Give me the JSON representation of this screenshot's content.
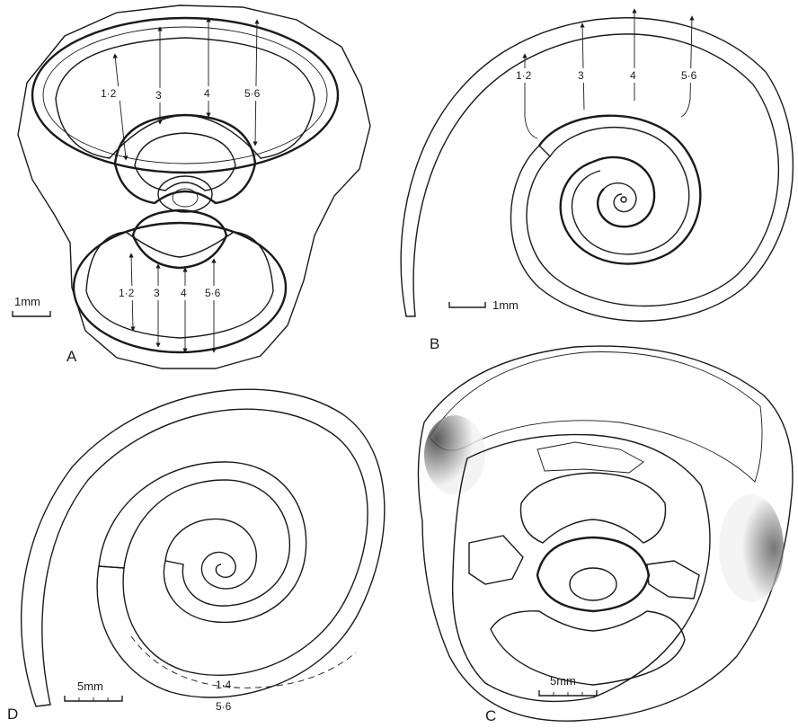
{
  "panels": {
    "A": {
      "letter": "A",
      "upper_whorl_labels": [
        "1·2",
        "3",
        "4",
        "5·6"
      ],
      "lower_whorl_labels": [
        "1·2",
        "3",
        "4",
        "5·6"
      ],
      "scale_label": "1mm"
    },
    "B": {
      "letter": "B",
      "measure_labels": [
        "1·2",
        "3",
        "4",
        "5·6"
      ],
      "scale_label": "1mm"
    },
    "C": {
      "letter": "C",
      "scale_label": "5mm"
    },
    "D": {
      "letter": "D",
      "scale_label": "5mm",
      "inner_label": "1·4",
      "outer_label": "5·6"
    }
  },
  "colors": {
    "ink": "#1a1a1a",
    "paper": "#ffffff",
    "shade_dark": "#4a4a4a",
    "shade_light": "#d9d9d9"
  }
}
